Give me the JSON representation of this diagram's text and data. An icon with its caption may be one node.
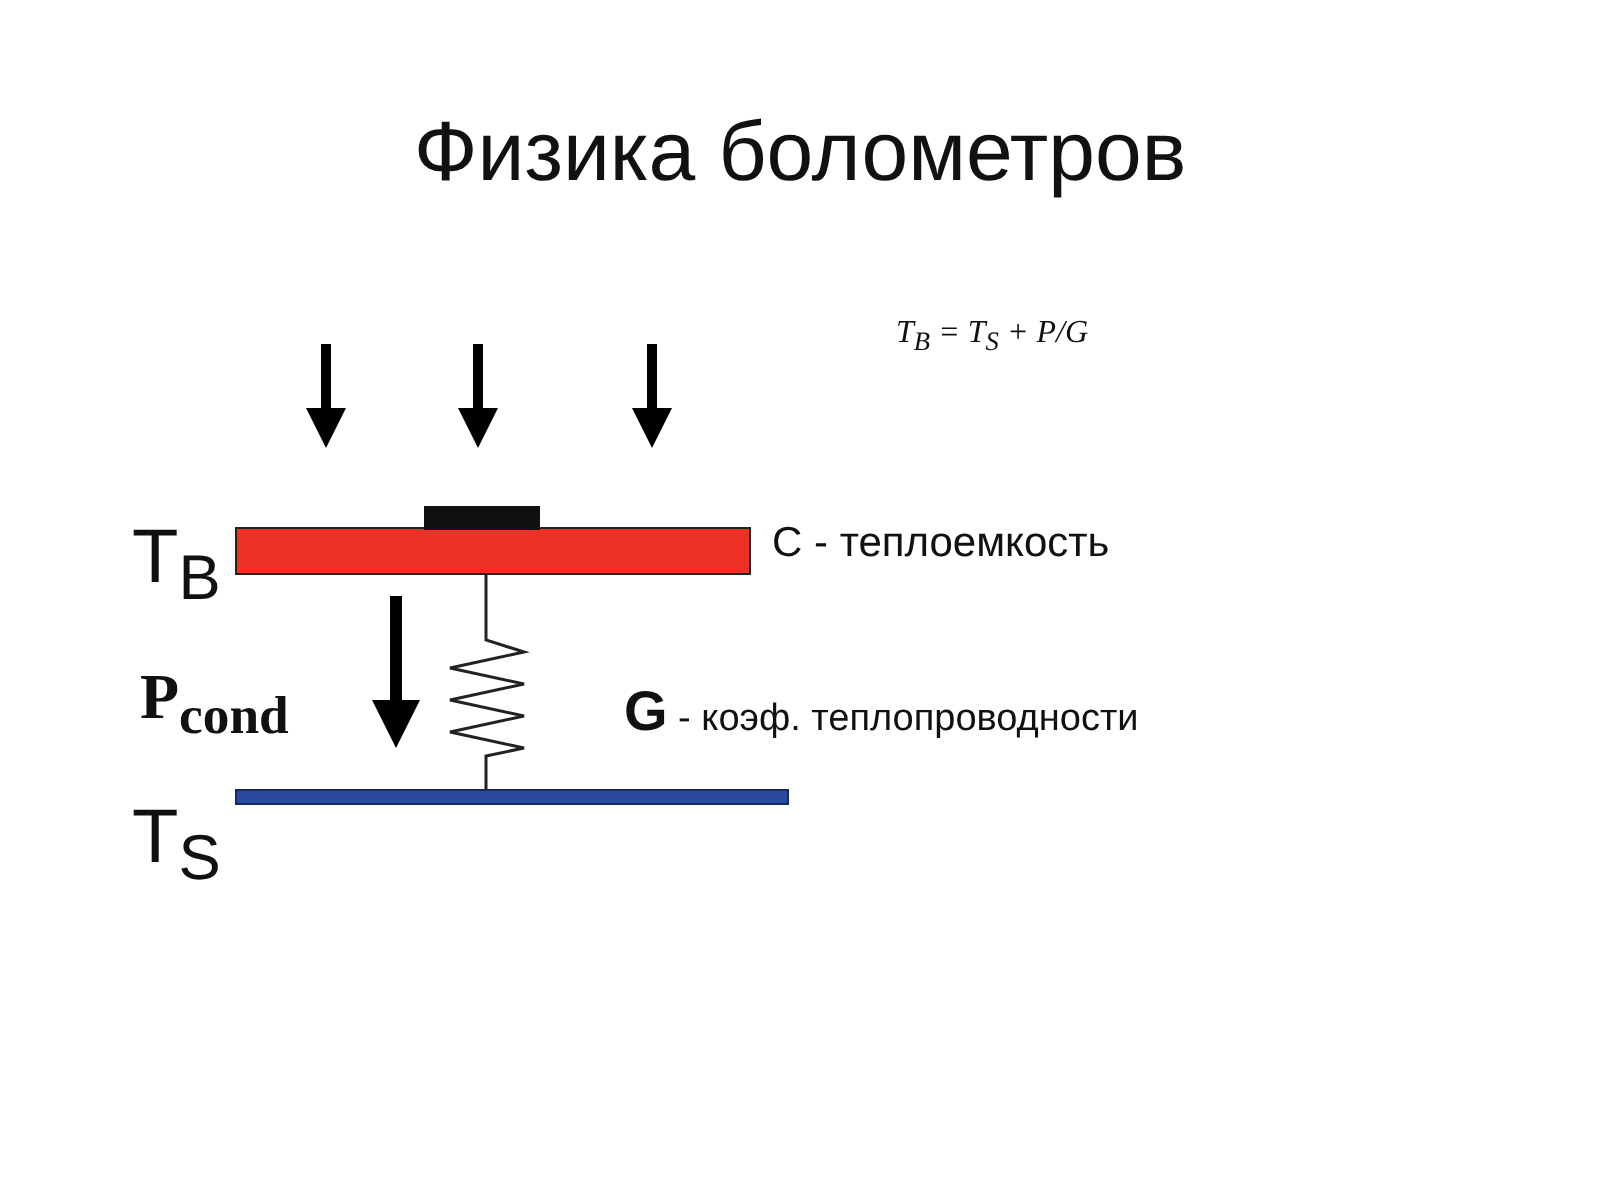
{
  "diagram": {
    "title": "Физика болометров",
    "labels": [
      "T$_{B}$ = T$_{S}$ + P/G",
      "T$_{B}$",
      "C - теплоемкость",
      "P$_{cond}$",
      "**G** - коэф. теплопроводности",
      "T$_{S}$"
    ]
  }
}
